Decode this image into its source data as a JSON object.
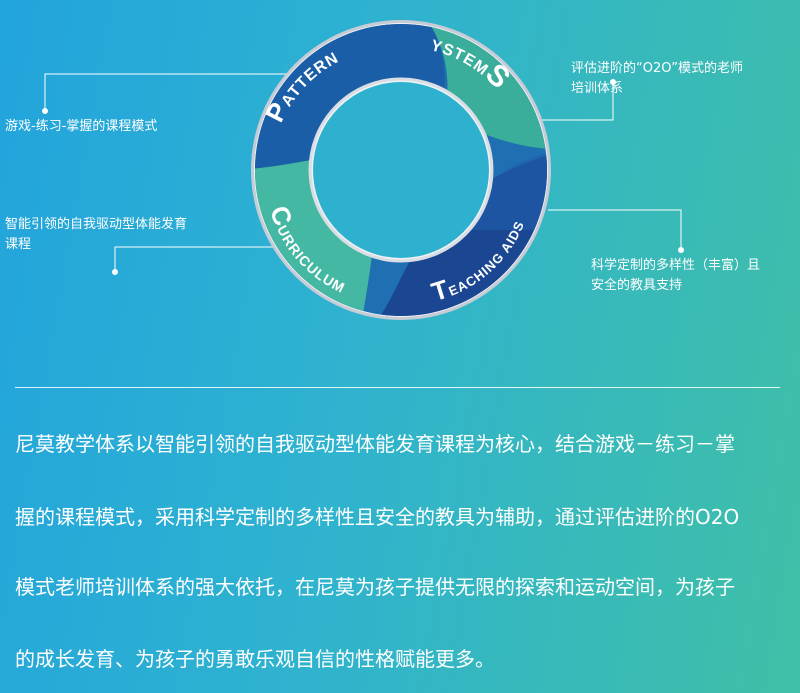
{
  "diagram": {
    "segments": [
      {
        "id": "system",
        "cap": "S",
        "rest": "YSTEM"
      },
      {
        "id": "pattern",
        "cap": "P",
        "rest": "ATTERN"
      },
      {
        "id": "curriculum",
        "cap": "C",
        "rest": "URRICULUM"
      },
      {
        "id": "teaching_aids",
        "cap": "T",
        "rest": "EACHING AIDS"
      }
    ],
    "annotations": {
      "top_right": [
        "评估进阶的“O2O”模式的老师",
        "培训体系"
      ],
      "left_top": [
        "游戏-练习-掌握的课程模式"
      ],
      "left_bottom": [
        "智能引领的自我驱动型体能发育",
        "课程"
      ],
      "bottom_right": [
        "科学定制的多样性（丰富）且",
        "安全的教具支持"
      ]
    },
    "colors": {
      "dark_blue": "#1b4a97",
      "mid_blue": "#1f6fb3",
      "teal": "#39ae9a",
      "teal_light": "#4bbfa6",
      "ring_outline": "#d9dde4"
    }
  },
  "paragraph": [
    "尼莫教学体系以智能引领的自我驱动型体能发育课程为核心，结合游戏－练习－掌",
    "握的课程模式，采用科学定制的多样性且安全的教具为辅助，通过评估进阶的O2O",
    "模式老师培训体系的强大依托，在尼莫为孩子提供无限的探索和运动空间，为孩子",
    "的成长发育、为孩子的勇敢乐观自信的性格赋能更多。"
  ]
}
